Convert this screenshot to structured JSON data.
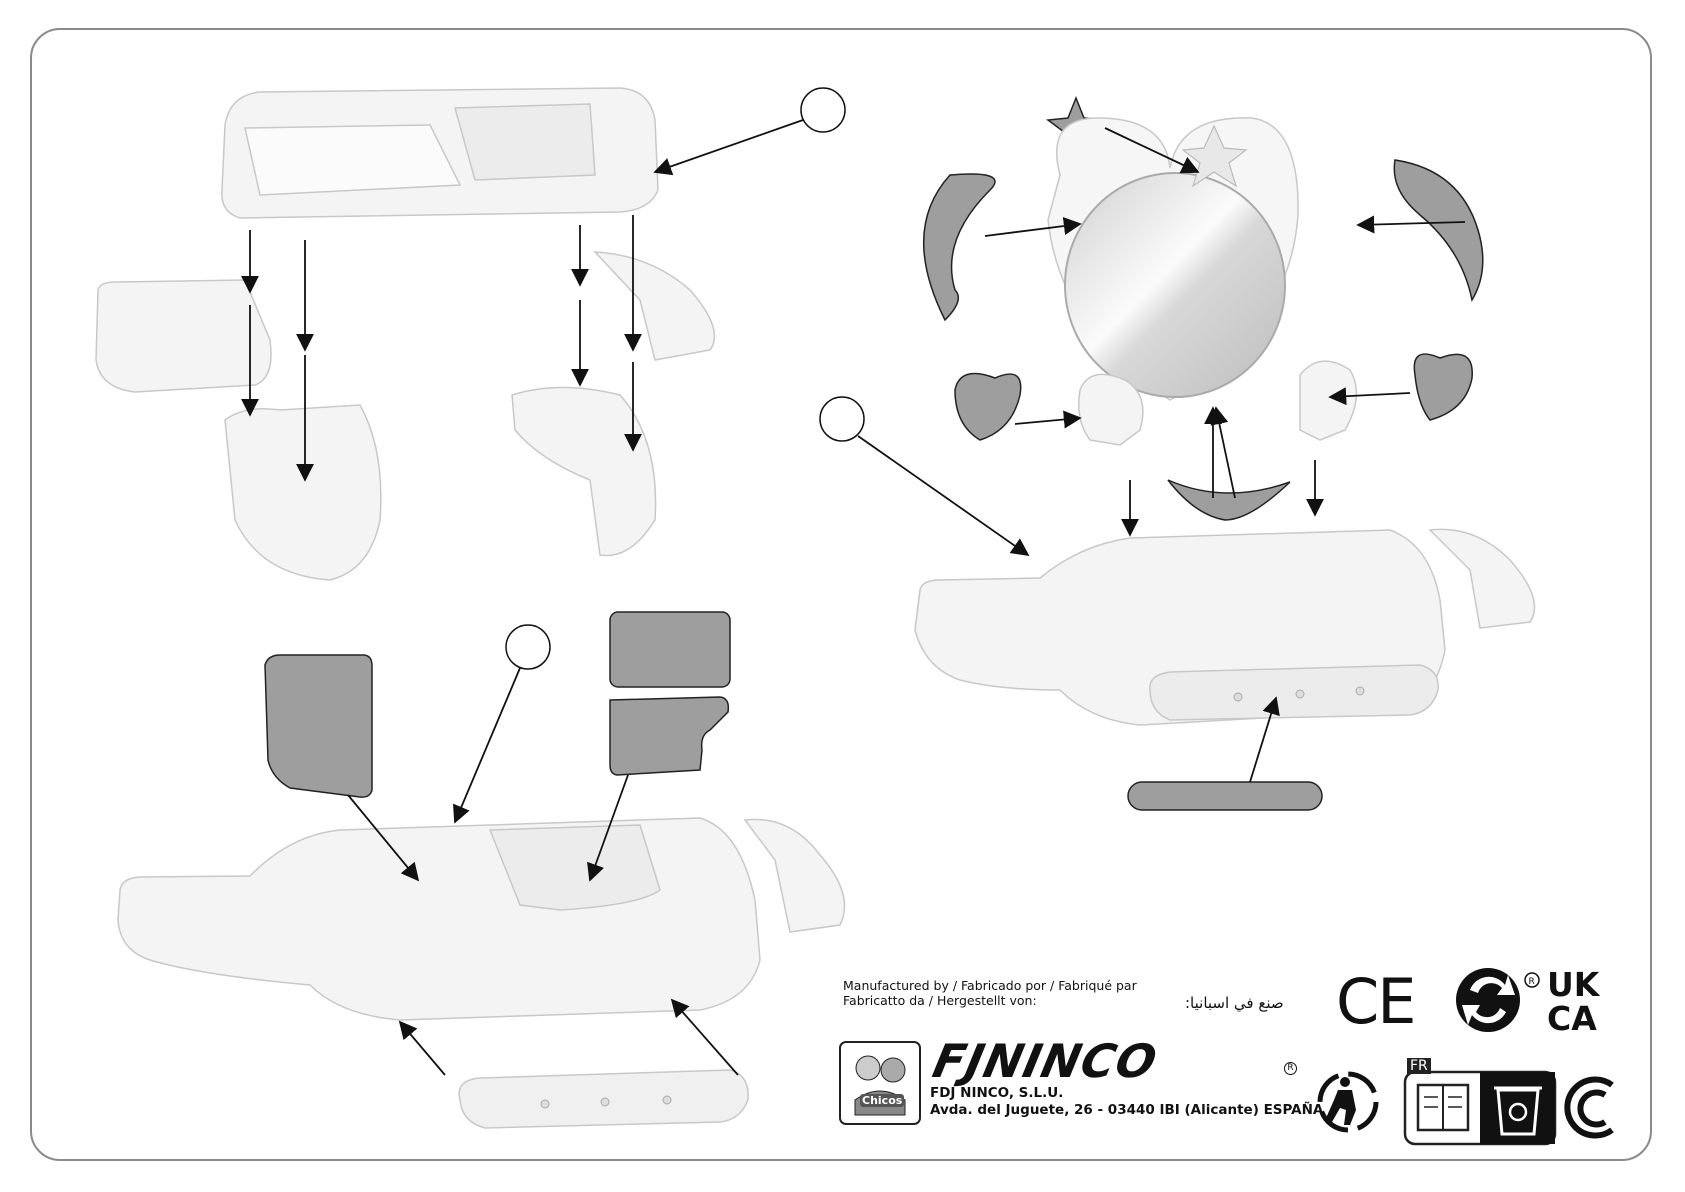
{
  "manufacturer": {
    "line1": "Manufactured by / Fabricado por / Fabriqué par",
    "line2": "Fabricatto da / Hergestellt von:",
    "arabic": "صنع في اسبانيا:",
    "brand": "FJNINCO",
    "company_name": "FDJ NINCO, S.L.U.",
    "address": "Avda. del Juguete, 26 - 03440 IBI (Alicante) ESPAÑA",
    "logo_label": "Chicos"
  },
  "marks": {
    "ce": "CE",
    "uk": "UK",
    "ca": "CA",
    "fr": "FR"
  },
  "icons": {
    "green_dot": "green-dot-icon",
    "triman": "triman-icon",
    "recycle_bin": "recycle-bin-icon",
    "recycle_loop": "recycle-loop-icon"
  },
  "colors": {
    "sticker_gray": "#9e9e9e",
    "outline": "#222222",
    "frame": "#8a8a8a",
    "part_fill": "#f4f4f4"
  }
}
